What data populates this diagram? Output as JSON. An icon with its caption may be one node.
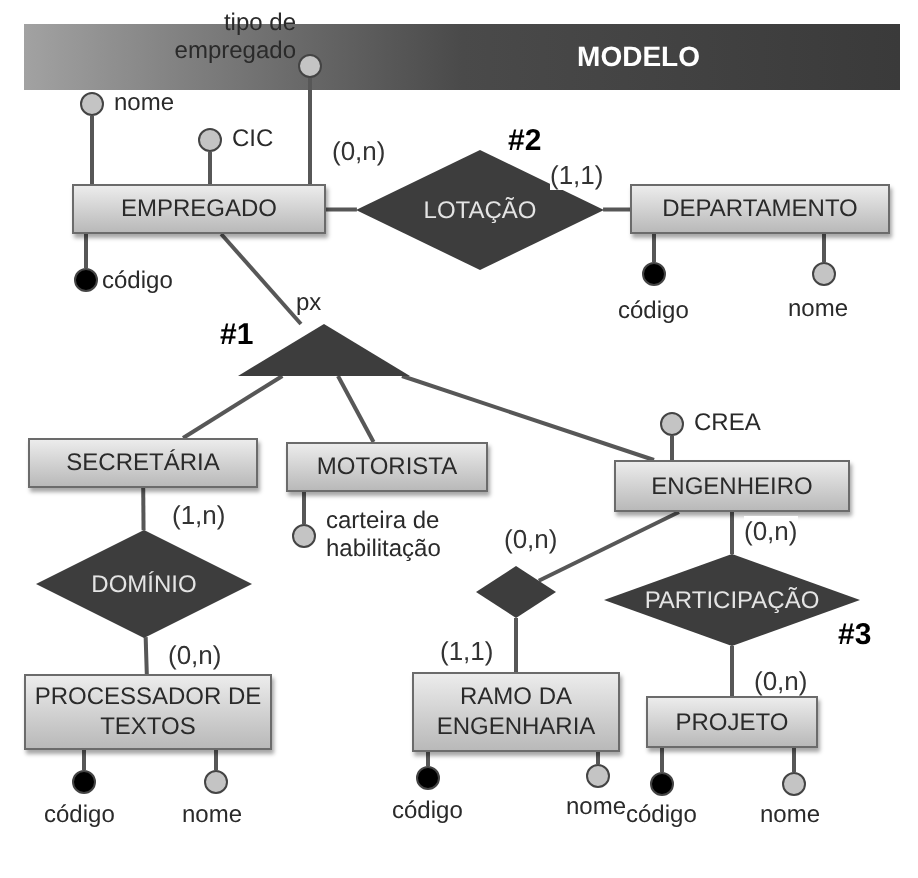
{
  "diagram": {
    "title": "MODELO",
    "nodes": [
      {
        "text": [
          "EMPREGADO"
        ]
      },
      {
        "text": [
          "LOTAÇÃO"
        ]
      },
      {
        "text": [
          "DEPARTAMENTO"
        ]
      },
      {
        "text": [],
        "shape": "circle",
        "beside": [
          "tipo de empregado"
        ]
      },
      {
        "text": [],
        "shape": "circle",
        "beside": [
          "nome"
        ]
      },
      {
        "text": [],
        "shape": "circle",
        "beside": [
          "CIC"
        ]
      },
      {
        "text": [],
        "shape": "dot",
        "beside": [
          "código"
        ]
      },
      {
        "text": [],
        "shape": "dot",
        "beside": [
          "código"
        ]
      },
      {
        "text": [],
        "shape": "circle",
        "beside": [
          "nome"
        ]
      },
      {
        "text": [],
        "shape": "triangle",
        "beside": [
          "px"
        ]
      },
      {
        "text": [
          "SECRETÁRIA"
        ]
      },
      {
        "text": [
          "MOTORISTA"
        ]
      },
      {
        "text": [
          "ENGENHEIRO"
        ]
      },
      {
        "text": [],
        "shape": "circle",
        "beside": [
          "carteira de habilitação"
        ]
      },
      {
        "text": [],
        "shape": "circle",
        "beside": [
          "CREA"
        ]
      },
      {
        "text": [
          "DOMÍNIO"
        ]
      },
      {
        "text": [],
        "shape": "diamond"
      },
      {
        "text": [
          "PARTICIPAÇÃO"
        ]
      },
      {
        "text": [
          "PROCESSADOR DE TEXTOS"
        ]
      },
      {
        "text": [
          "RAMO DA ENGENHARIA"
        ]
      },
      {
        "text": [
          "PROJETO"
        ]
      },
      {
        "text": [],
        "shape": "dot",
        "beside": [
          "código"
        ]
      },
      {
        "text": [],
        "shape": "circle",
        "beside": [
          "nome"
        ]
      },
      {
        "text": [],
        "shape": "dot",
        "beside": [
          "código"
        ]
      },
      {
        "text": [],
        "shape": "circle",
        "beside": [
          "nome"
        ]
      },
      {
        "text": [],
        "shape": "dot",
        "beside": [
          "código"
        ]
      },
      {
        "text": [],
        "shape": "circle",
        "beside": [
          "nome"
        ]
      }
    ],
    "edges": [
      {
        "from": 3,
        "to": 0,
        "arrow": "none"
      },
      {
        "from": 4,
        "to": 0,
        "arrow": "none"
      },
      {
        "from": 5,
        "to": 0,
        "arrow": "none"
      },
      {
        "from": 6,
        "to": 0,
        "arrow": "none"
      },
      {
        "from": 0,
        "to": 1,
        "arrow": "none",
        "label": "(0,n)"
      },
      {
        "from": 1,
        "to": 2,
        "arrow": "none",
        "label": "(1,1)"
      },
      {
        "from": 7,
        "to": 2,
        "arrow": "none"
      },
      {
        "from": 8,
        "to": 2,
        "arrow": "none"
      },
      {
        "from": 0,
        "to": 9,
        "arrow": "none"
      },
      {
        "from": 9,
        "to": 10,
        "arrow": "none"
      },
      {
        "from": 9,
        "to": 11,
        "arrow": "none"
      },
      {
        "from": 9,
        "to": 12,
        "arrow": "none"
      },
      {
        "from": 13,
        "to": 11,
        "arrow": "none"
      },
      {
        "from": 14,
        "to": 12,
        "arrow": "none"
      },
      {
        "from": 10,
        "to": 15,
        "arrow": "none",
        "label": "(1,n)"
      },
      {
        "from": 15,
        "to": 18,
        "arrow": "none",
        "label": "(0,n)"
      },
      {
        "from": 12,
        "to": 16,
        "arrow": "none",
        "label": "(0,n)"
      },
      {
        "from": 16,
        "to": 19,
        "arrow": "none",
        "label": "(1,1)"
      },
      {
        "from": 12,
        "to": 17,
        "arrow": "none",
        "label": "(0,n)"
      },
      {
        "from": 17,
        "to": 20,
        "arrow": "none",
        "label": "(0,n)"
      },
      {
        "from": 21,
        "to": 18,
        "arrow": "none"
      },
      {
        "from": 22,
        "to": 18,
        "arrow": "none"
      },
      {
        "from": 23,
        "to": 19,
        "arrow": "none"
      },
      {
        "from": 24,
        "to": 19,
        "arrow": "none"
      },
      {
        "from": 25,
        "to": 20,
        "arrow": "none"
      },
      {
        "from": 26,
        "to": 20,
        "arrow": "none"
      }
    ],
    "labels": [
      "#2",
      "#1",
      "#3"
    ]
  }
}
